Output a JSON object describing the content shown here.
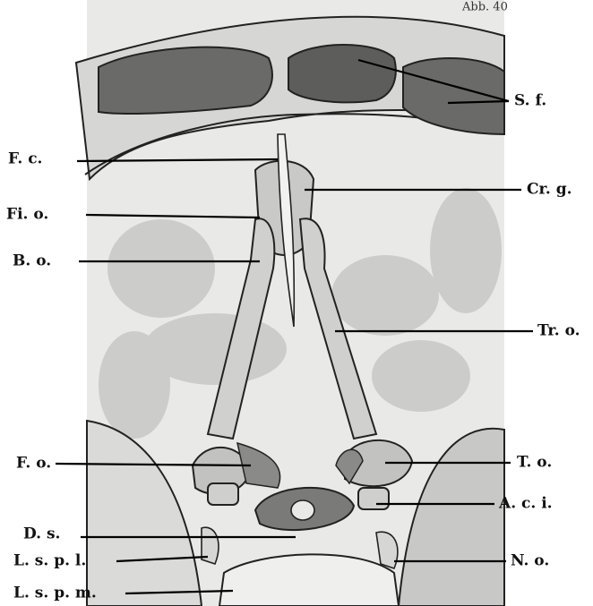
{
  "figure": {
    "caption": "Abb. 40",
    "labels": {
      "sinus_frontalis": "S. f.",
      "foramen_caecum": "F. c.",
      "crista_galli": "Cr. g.",
      "fissura_orbitalis": "Fi. o.",
      "bulbus_olfactorius": "B. o.",
      "tractus_olfactorius": "Tr. o.",
      "foramen_opticum": "F. o.",
      "tuberculum_olfactorium": "T. o.",
      "arteria_carotis_interna": "A. c. i.",
      "dorsum_sellae": "D. s.",
      "lobus_sp_l": "L. s. p. l.",
      "nervus_oculomotorius": "N. o.",
      "lobus_sp_m": "L. s. p. m."
    }
  }
}
